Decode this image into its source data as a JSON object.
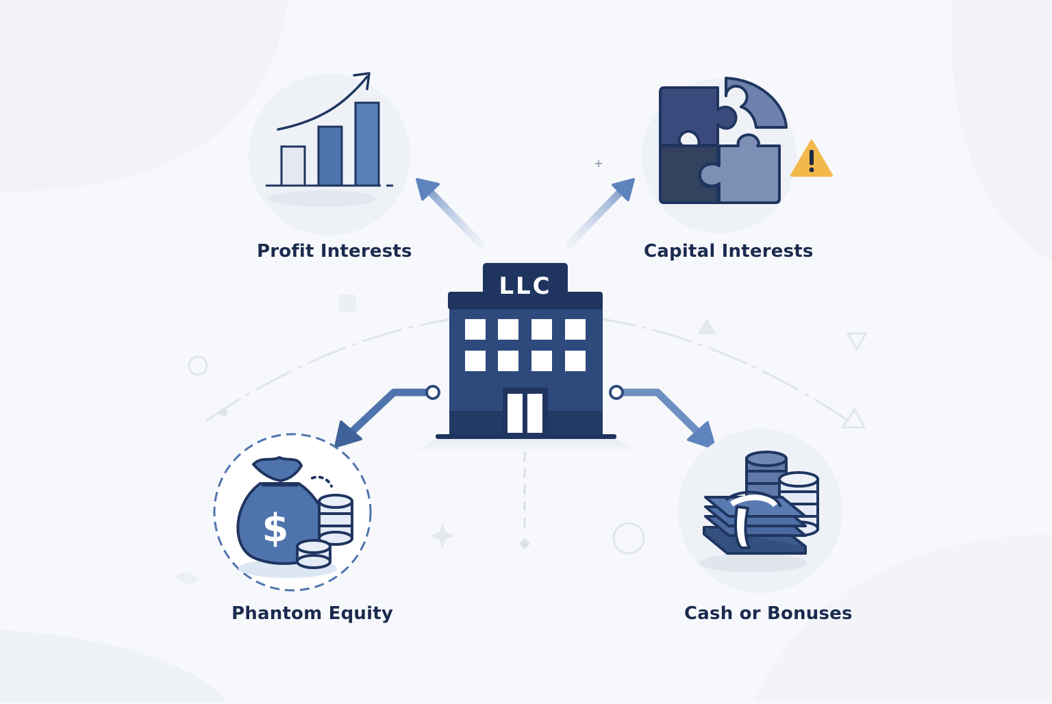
{
  "center": {
    "sign": "LLC"
  },
  "nodes": {
    "profit": {
      "label": "Profit Interests",
      "icon": "bar-chart-growth-icon"
    },
    "capital": {
      "label": "Capital Interests",
      "icon": "puzzle-warning-icon"
    },
    "phantom": {
      "label": "Phantom Equity",
      "icon": "money-bag-coins-icon"
    },
    "cash": {
      "label": "Cash or Bonuses",
      "icon": "cash-stack-coins-icon"
    }
  },
  "colors": {
    "navy": "#1f3560",
    "building": "#2e4a7d",
    "blue": "#4f74ad",
    "arrow": "#6d8fc2",
    "warning": "#f2b84b",
    "label": "#1b2b4f"
  }
}
